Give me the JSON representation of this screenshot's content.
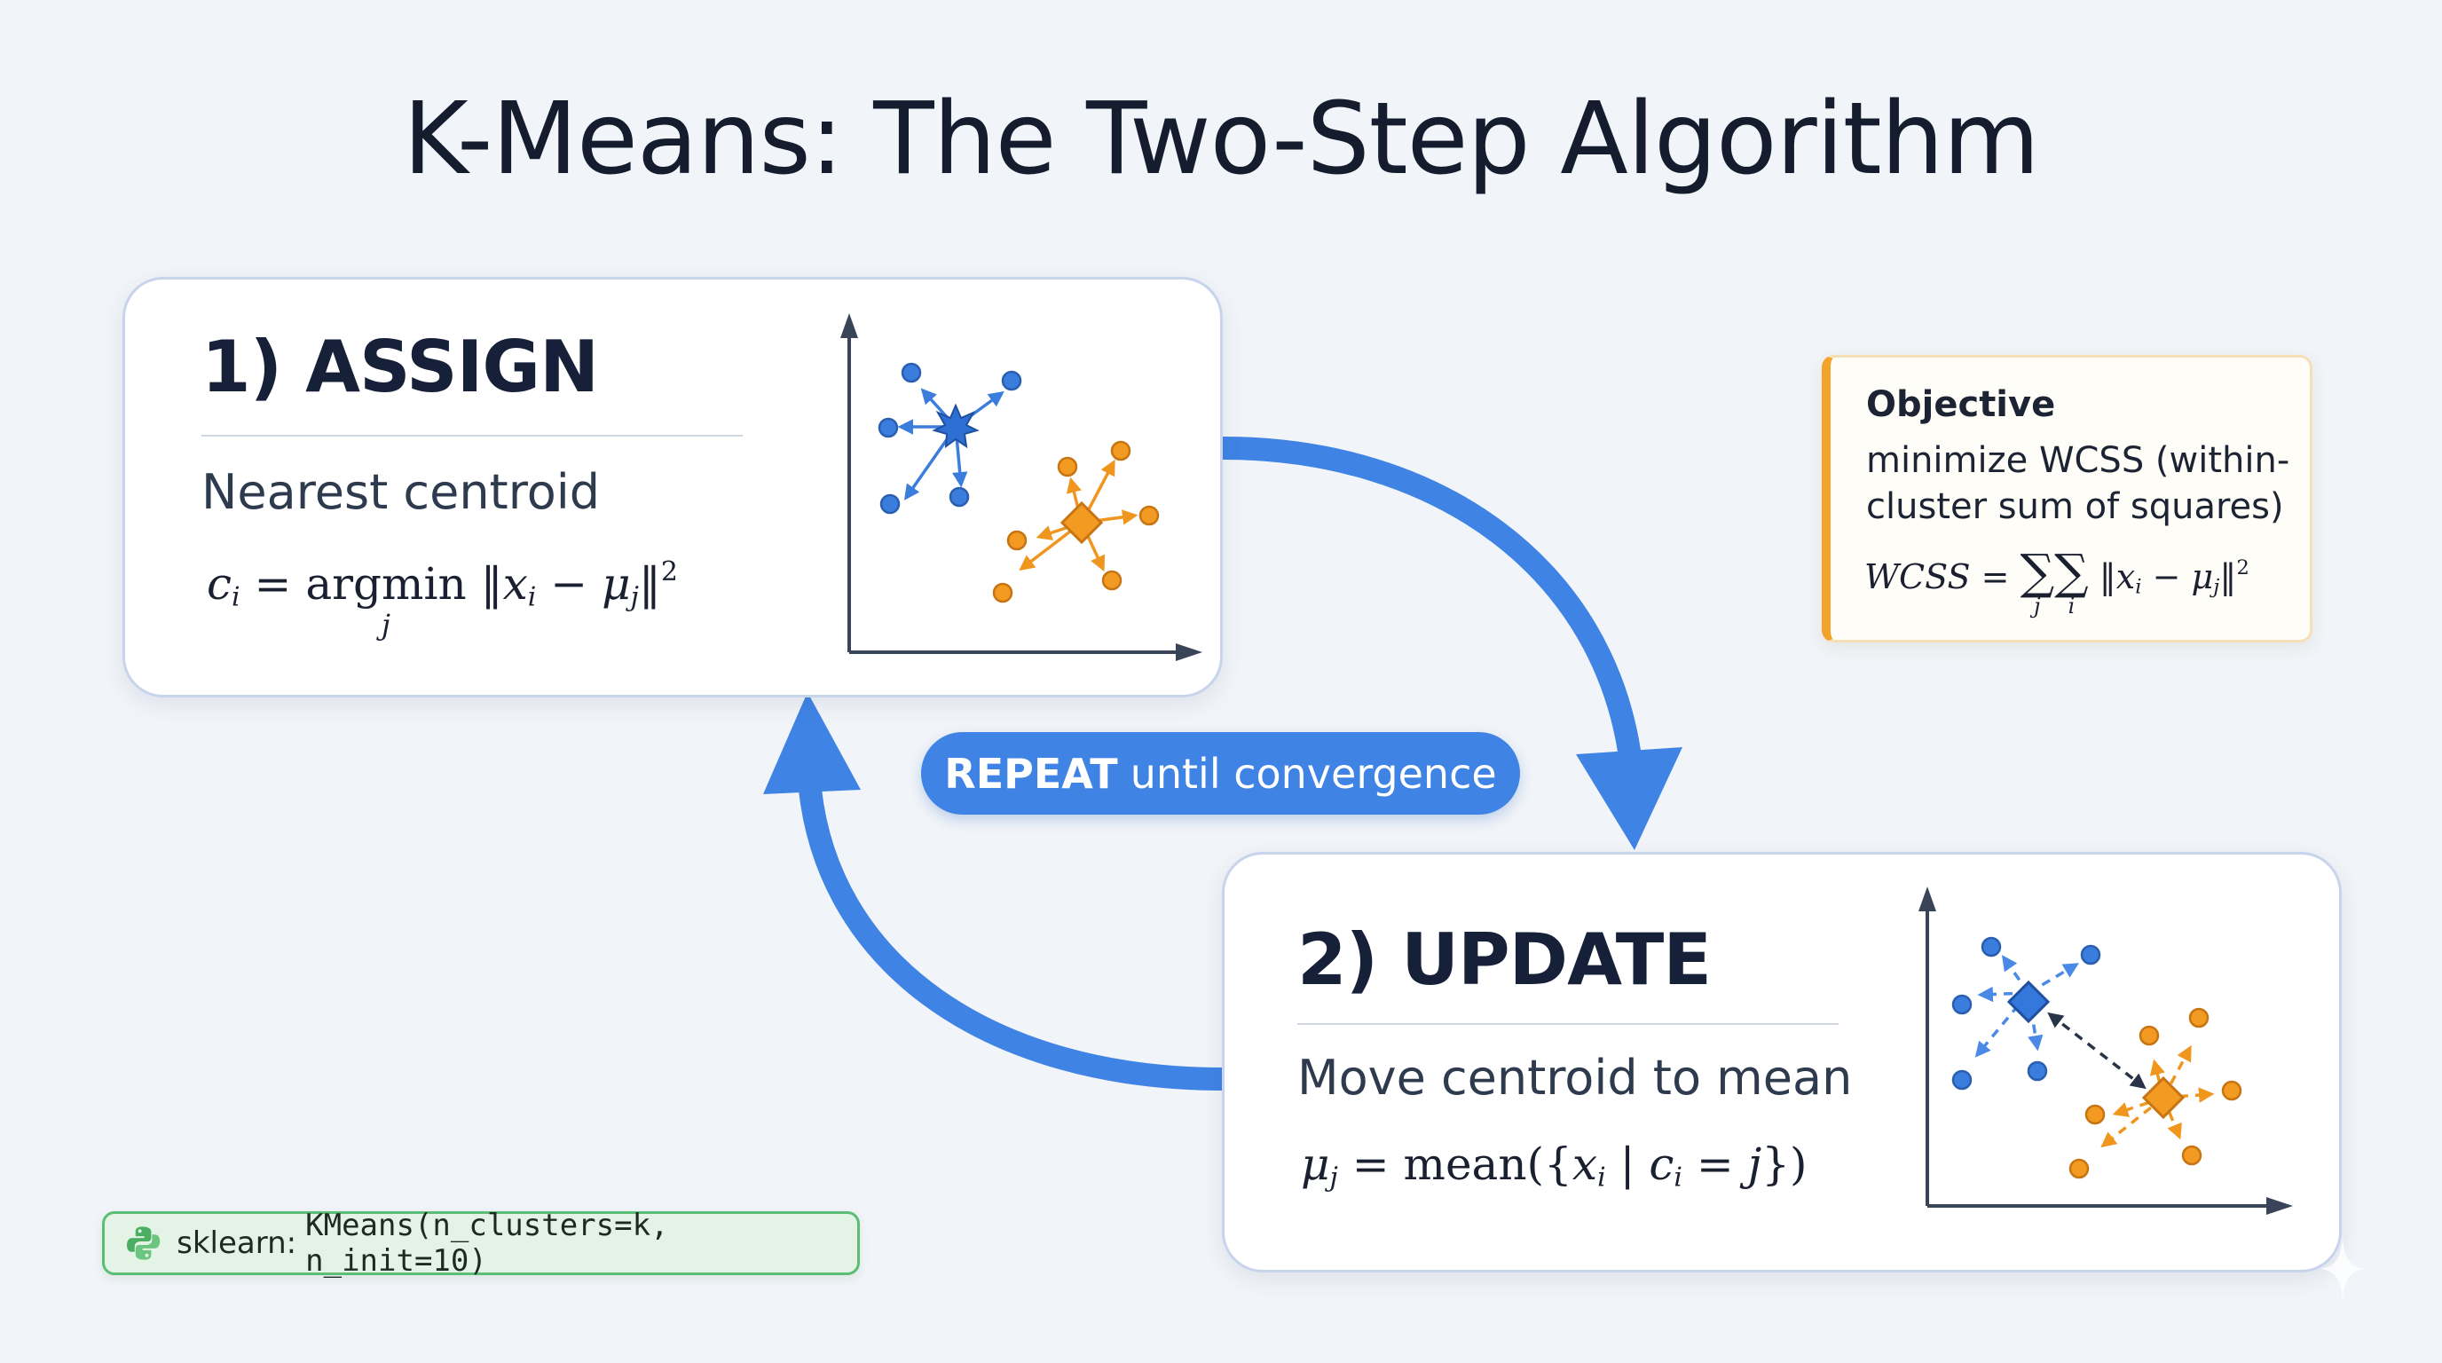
{
  "title": "K-Means: The Two-Step Algorithm",
  "colors": {
    "background": "#f1f4f8",
    "cluster_blue": "#3b7ddd",
    "cluster_orange": "#f0961e",
    "arrow_blue": "#3f83e4",
    "axis": "#3a4458",
    "objective_accent": "#f2a42a",
    "sklearn_green": "#5cbd76"
  },
  "assign_card": {
    "title": "1) ASSIGN",
    "subtitle": "Nearest centroid",
    "formula": {
      "lhs": "c",
      "lhs_sub": "i",
      "eq": "=",
      "op": "argmin",
      "op_sub": "j",
      "norm_open": "‖",
      "x": "x",
      "x_sub": "i",
      "minus": "−",
      "mu": "μ",
      "mu_sub": "j",
      "norm_close": "‖",
      "power": "2"
    },
    "plot": {
      "description": "points with arrows from centroids to members",
      "blue_centroid_shape": "star",
      "orange_centroid_shape": "diamond",
      "blue_points": 5,
      "orange_points": 6
    }
  },
  "update_card": {
    "title": "2) UPDATE",
    "subtitle": "Move centroid to mean",
    "formula": {
      "lhs": "μ",
      "lhs_sub": "j",
      "eq": "=",
      "op": "mean",
      "open": "({",
      "x": "x",
      "x_sub": "i",
      "bar": "|",
      "c": "c",
      "c_sub": "i",
      "eq2": "=",
      "j": "j",
      "close": "})"
    },
    "plot": {
      "description": "dashed arrows to points, dashed double arrow between centroids",
      "blue_centroid_shape": "diamond",
      "orange_centroid_shape": "diamond",
      "blue_points": 5,
      "orange_points": 6
    }
  },
  "objective": {
    "heading": "Objective",
    "body": "minimize WCSS (within-cluster sum of squares)",
    "formula": {
      "lhs": "WCSS",
      "eq": "=",
      "sum1_sub": "j",
      "sum2_sub": "i",
      "sigma": "∑",
      "norm_open": "‖",
      "x": "x",
      "x_sub": "i",
      "minus": "−",
      "mu": "μ",
      "mu_sub": "j",
      "norm_close": "‖",
      "power": "2"
    }
  },
  "repeat_pill": {
    "bold": "REPEAT",
    "rest": "until convergence"
  },
  "sklearn_pill": {
    "icon": "python-icon",
    "lib": "sklearn:",
    "code": "KMeans(n_clusters=k, n_init=10)"
  }
}
